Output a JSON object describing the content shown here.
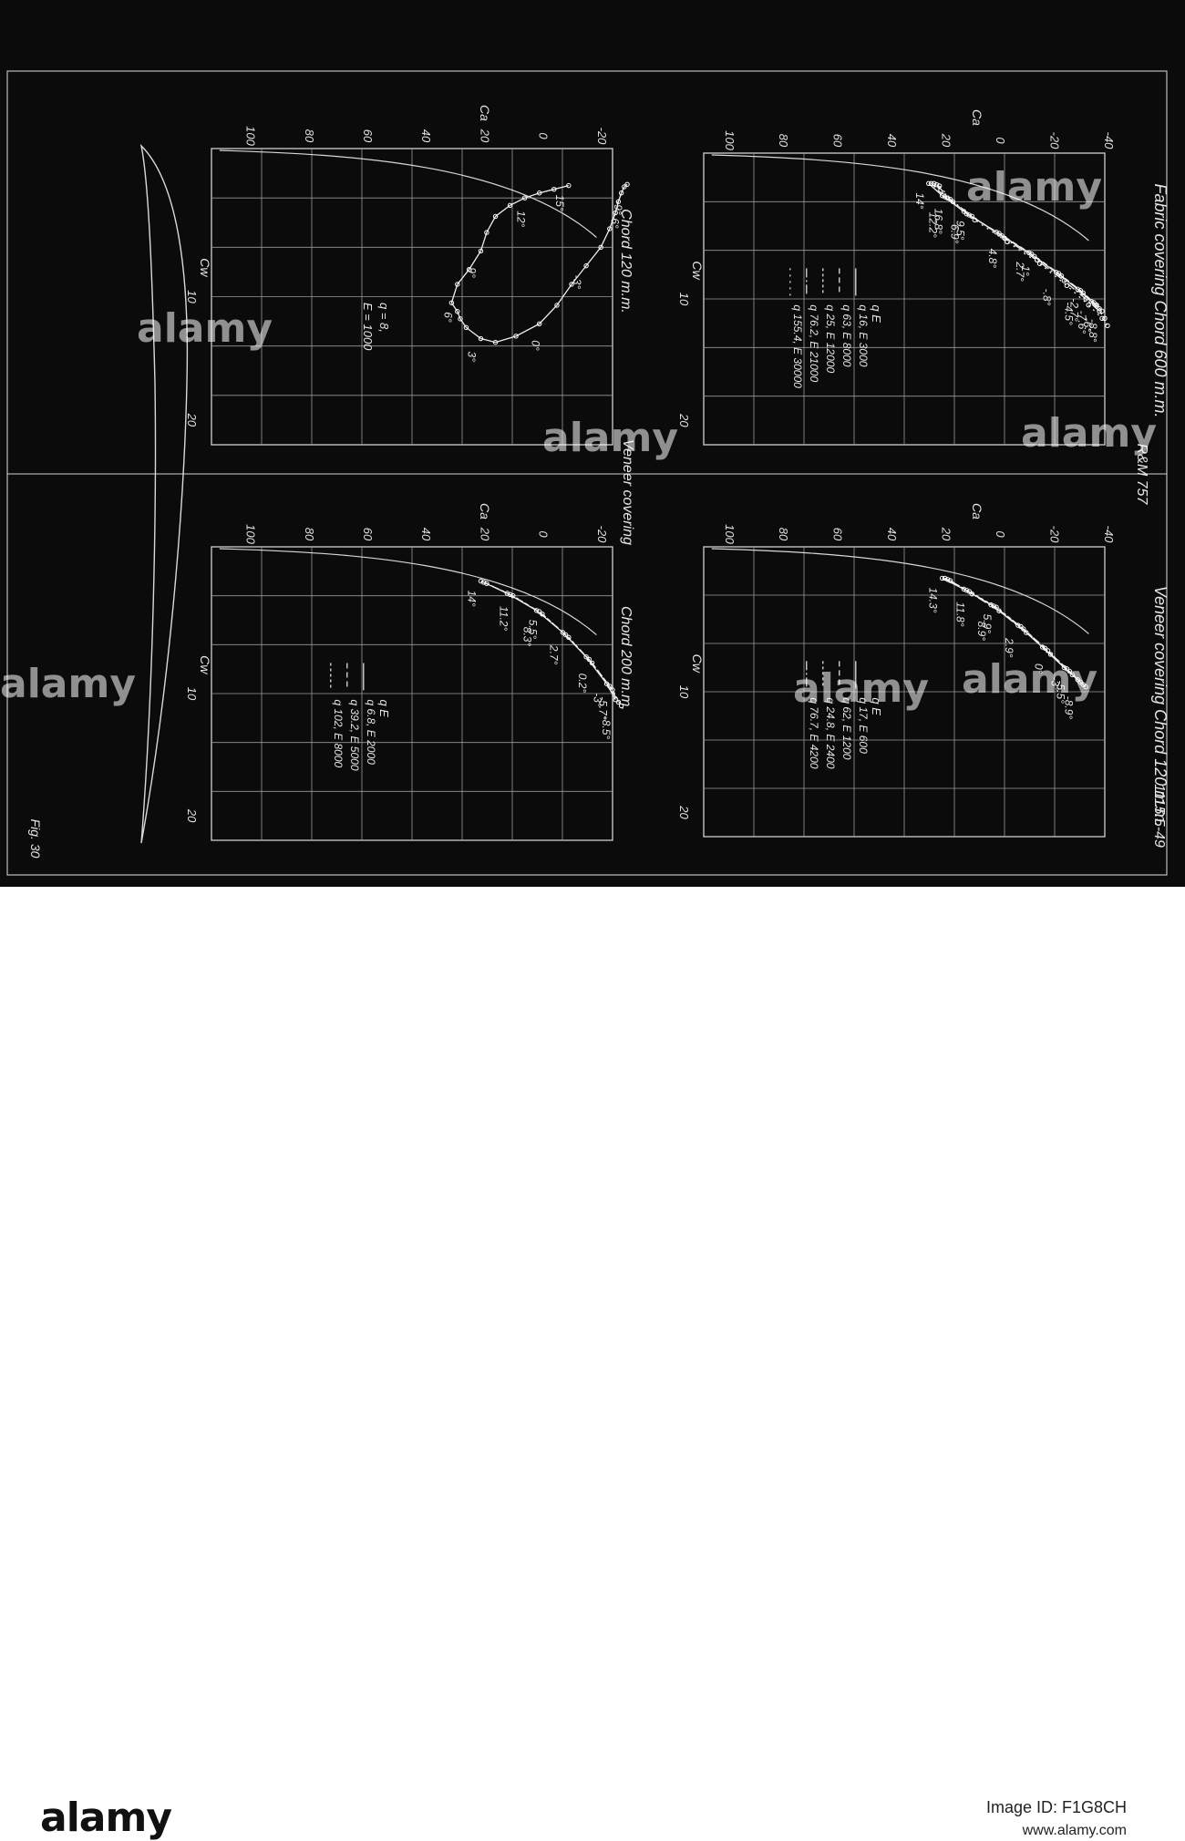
{
  "figure": {
    "header_top": "Fabric covering Chord 600 m.m.",
    "header_bottom": "Veneer covering Chord 120 m.m.",
    "center_label": "Veneer covering",
    "report_id": "R&M 757",
    "page_ref": "1115.5-49",
    "fig_label": "Fig. 30"
  },
  "chart_data": [
    {
      "type": "line",
      "title": "Fabric covering Chord 600 m.m.",
      "xlabel": "Cw",
      "ylabel": "Ca",
      "xlim": [
        -2,
        22
      ],
      "ylim": [
        -40,
        108
      ],
      "x_ticks": [
        "10",
        "20"
      ],
      "y_ticks": [
        "100",
        "80",
        "60",
        "40",
        "20",
        "0",
        "-20",
        "-40"
      ],
      "legend_header": [
        "q",
        "E"
      ],
      "series": [
        {
          "name": "q 16, E 3000",
          "x": [
            0.5,
            1.5,
            2.8,
            4.5,
            6.2,
            7.8,
            9.2,
            10.2,
            10.6
          ],
          "y": [
            25,
            20,
            12,
            0,
            -12,
            -22,
            -30,
            -35,
            -37
          ]
        },
        {
          "name": "q 63, E 8000",
          "x": [
            0.5,
            1.6,
            3.0,
            4.6,
            6.3,
            7.9,
            9.3,
            10.3,
            10.8
          ],
          "y": [
            24,
            19,
            11,
            -1,
            -13,
            -23,
            -31,
            -36,
            -38
          ]
        },
        {
          "name": "q 25, E 12000",
          "x": [
            0.5,
            1.7,
            3.1,
            4.8,
            6.5,
            8.1,
            9.5,
            10.5,
            11.0
          ],
          "y": [
            23,
            18,
            10,
            -2,
            -14,
            -24,
            -32,
            -37,
            -39
          ]
        },
        {
          "name": "q 76.2, E 21000",
          "x": [
            0.6,
            1.8,
            3.2,
            5.0,
            6.8,
            8.5,
            10.0,
            11.0,
            11.6
          ],
          "y": [
            22,
            17,
            9,
            -3,
            -15,
            -25,
            -33,
            -38,
            -40
          ]
        },
        {
          "name": "q 155.4, E 30000",
          "x": [
            0.7,
            2.0,
            3.5,
            5.3,
            7.1,
            8.9,
            10.5,
            11.6,
            12.2
          ],
          "y": [
            21,
            16,
            8,
            -4,
            -16,
            -26,
            -34,
            -39,
            -41
          ]
        }
      ],
      "annotations": [
        "14°",
        "16.8°",
        "12.2°",
        "9.5°",
        "6.9°",
        "4.8°",
        "2.7°",
        "1°",
        "-.8°",
        "-2.7°",
        "-4.5°",
        "-6°",
        "-7.6°",
        "-8.8°"
      ]
    },
    {
      "type": "line",
      "title": "Chord 120 m.m.",
      "xlabel": "Cw",
      "ylabel": "Ca",
      "xlim": [
        -2,
        22
      ],
      "ylim": [
        -25,
        112
      ],
      "x_ticks": [
        "10",
        "20"
      ],
      "y_ticks": [
        "100",
        "80",
        "60",
        "40",
        "20",
        "0",
        "-20"
      ],
      "legend_text": [
        "q = 8,",
        "E = 1000"
      ],
      "series": [
        {
          "name": "",
          "x": [
            1.0,
            1.3,
            1.6,
            2.0,
            2.6,
            3.5,
            4.8,
            6.3,
            7.8,
            9.0,
            10.5,
            11.2,
            11.8,
            12.5,
            13.4,
            13.7,
            13.2,
            12.2,
            10.7,
            9.0,
            7.5,
            6.0,
            4.5,
            3.2,
            2.3,
            1.6,
            1.1,
            0.9
          ],
          "y": [
            -10,
            -5,
            0,
            5,
            10,
            15,
            18,
            20,
            24,
            28,
            30,
            28,
            27,
            25,
            20,
            15,
            8,
            0,
            -6,
            -11,
            -16,
            -21,
            -24,
            -26,
            -27,
            -28,
            -29,
            -30
          ]
        }
      ],
      "annotations": [
        "15°",
        "12°",
        "9°",
        "6°",
        "3°",
        "0°",
        "-3°",
        "-6°",
        "-9°"
      ]
    },
    {
      "type": "line",
      "title": "Veneer covering Chord 120 m.m.",
      "xlabel": "Cw",
      "ylabel": "Ca",
      "xlim": [
        -2,
        22
      ],
      "ylim": [
        -40,
        108
      ],
      "x_ticks": [
        "10",
        "20"
      ],
      "y_ticks": [
        "100",
        "80",
        "60",
        "40",
        "20",
        "0",
        "-20",
        "-40"
      ],
      "legend_header": [
        "q",
        "E"
      ],
      "series": [
        {
          "name": "q 17, E 600",
          "x": [
            0.6,
            1.5,
            2.8,
            4.5,
            6.3,
            8.0,
            9.0
          ],
          "y": [
            20,
            12,
            2,
            -8,
            -17,
            -25,
            -30
          ]
        },
        {
          "name": "q 62, E 1200",
          "x": [
            0.6,
            1.6,
            2.9,
            4.6,
            6.4,
            8.1,
            9.2
          ],
          "y": [
            19,
            11,
            1,
            -9,
            -18,
            -26,
            -31
          ]
        },
        {
          "name": "q 24.8, E 2400",
          "x": [
            0.7,
            1.7,
            3.0,
            4.8,
            6.6,
            8.3,
            9.4
          ],
          "y": [
            18,
            10,
            0,
            -10,
            -19,
            -27,
            -32
          ]
        },
        {
          "name": "q 76.7, E 4200",
          "x": [
            0.8,
            1.9,
            3.3,
            5.1,
            6.9,
            8.6,
            9.6
          ],
          "y": [
            17,
            9,
            -1,
            -11,
            -20,
            -28,
            -33
          ]
        }
      ],
      "annotations": [
        "14.3°",
        "11.8°",
        "8.9°",
        "5.9°",
        "2.9°",
        "0°",
        "-3°",
        "-5.5°",
        "-8.9°"
      ]
    },
    {
      "type": "line",
      "title": "Chord 200 m.m.",
      "xlabel": "Cw",
      "ylabel": "Ca",
      "xlim": [
        -2,
        22
      ],
      "ylim": [
        -25,
        112
      ],
      "x_ticks": [
        "10",
        "20"
      ],
      "y_ticks": [
        "100",
        "80",
        "60",
        "40",
        "20",
        "0",
        "-20"
      ],
      "legend_header": [
        "q",
        "E"
      ],
      "series": [
        {
          "name": "q 6.8, E 2000",
          "x": [
            0.8,
            1.8,
            3.2,
            5.0,
            7.0,
            9.2,
            10.5
          ],
          "y": [
            20,
            11,
            1,
            -8,
            -16,
            -23,
            -26
          ]
        },
        {
          "name": "q 39.2, E 5000",
          "x": [
            0.9,
            1.9,
            3.3,
            5.2,
            7.2,
            9.4,
            10.7
          ],
          "y": [
            19,
            10,
            0,
            -9,
            -17,
            -24,
            -27
          ]
        },
        {
          "name": "q 102, E 8000",
          "x": [
            1.0,
            2.0,
            3.5,
            5.4,
            7.5,
            9.7,
            11.0
          ],
          "y": [
            18,
            9,
            -1,
            -10,
            -18,
            -25,
            -28
          ]
        }
      ],
      "annotations": [
        "14°",
        "11.2°",
        "8.3°",
        "5.5°",
        "2.7°",
        "0.2°",
        "-3°",
        "-5.7°",
        "-8.5°"
      ]
    }
  ],
  "watermark": {
    "text": "alamy",
    "repeat_count": 7
  },
  "stock_footer": {
    "logo": "alamy",
    "image_id": "Image ID: F1G8CH",
    "url": "www.alamy.com"
  }
}
